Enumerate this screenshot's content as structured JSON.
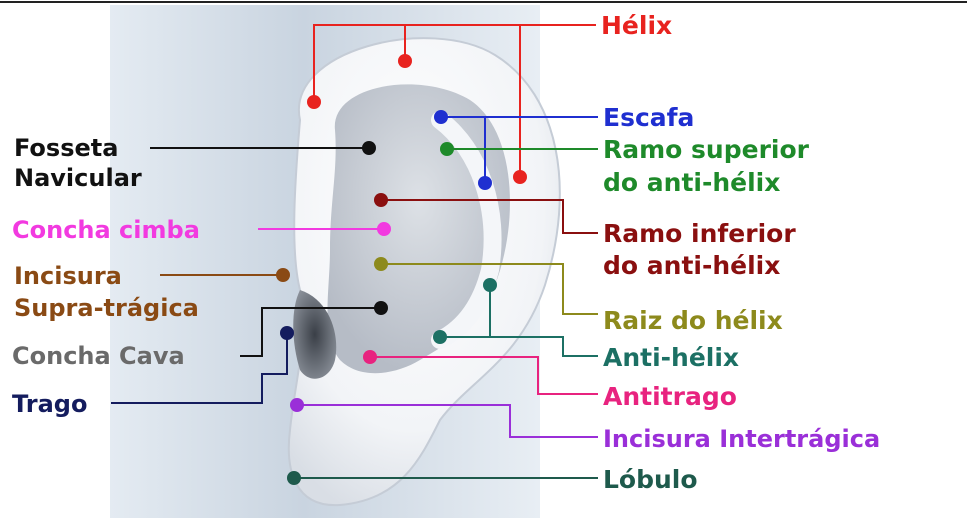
{
  "labels": {
    "helix": "Hélix",
    "escafa": "Escafa",
    "ramo_superior_1": "Ramo superior",
    "ramo_superior_2": "do anti-hélix",
    "ramo_inferior_1": "Ramo inferior",
    "ramo_inferior_2": "do anti-hélix",
    "raiz_helix": "Raiz do hélix",
    "anti_helix": "Anti-hélix",
    "antitrago": "Antitrago",
    "incisura_intertragica": "Incisura Intertrágica",
    "lobulo": "Lóbulo",
    "fosseta_1": "Fosseta",
    "fosseta_2": "Navicular",
    "concha_cimba": "Concha cimba",
    "incisura_supra_1": "Incisura",
    "incisura_supra_2": "Supra-trágica",
    "concha_cava": "Concha Cava",
    "trago": "Trago"
  },
  "colors": {
    "helix": "#e8231f",
    "escafa": "#1f2fd0",
    "ramo_superior": "#1e8a2a",
    "ramo_inferior": "#8a0f0f",
    "raiz_helix": "#8d8a1c",
    "anti_helix": "#1c7064",
    "antitrago": "#e8237f",
    "incisura_intertragica": "#9a2fd8",
    "lobulo": "#1e5a4c",
    "fosseta": "#111111",
    "concha_cimba": "#f23ae0",
    "incisura_supra": "#8a4a14",
    "concha_cava": "#6a6a6a",
    "trago": "#141c5e"
  }
}
